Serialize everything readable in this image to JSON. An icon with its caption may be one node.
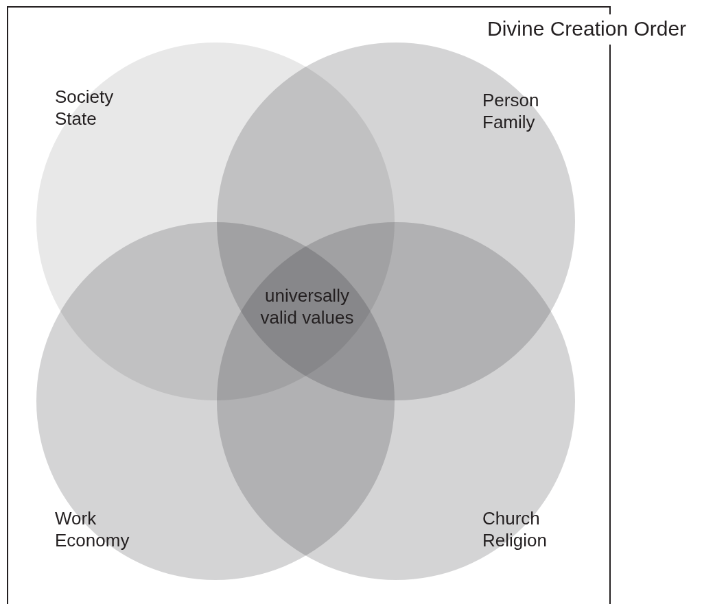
{
  "diagram": {
    "nodes": [
      {
        "text": [
          "Divine Creation Order"
        ]
      },
      {
        "text": [
          "Society State"
        ],
        "in": 0
      },
      {
        "text": [
          "Person Family"
        ],
        "in": 0
      },
      {
        "text": [
          "Work Economy"
        ],
        "in": 0
      },
      {
        "text": [
          "Church Religion"
        ],
        "in": 0
      }
    ],
    "edges": [],
    "labels": [
      "universally valid values"
    ]
  }
}
